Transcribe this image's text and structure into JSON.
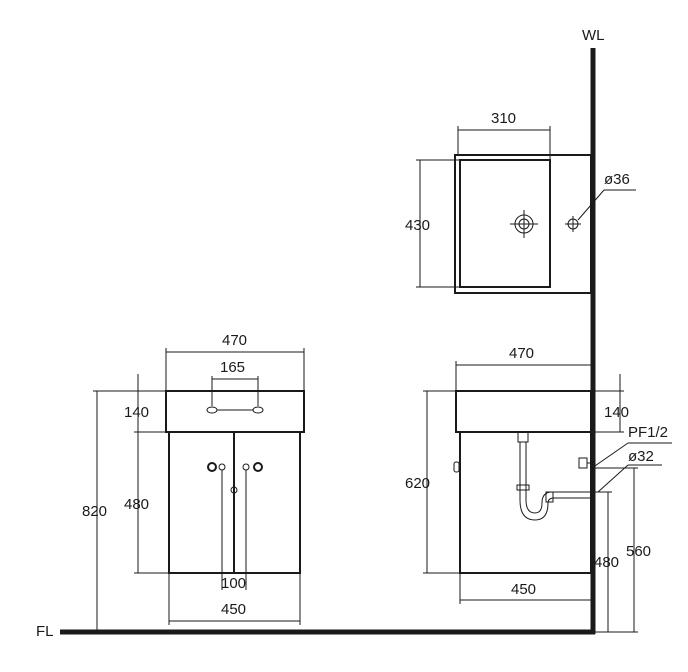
{
  "labels": {
    "wall_line": "WL",
    "floor_line": "FL"
  },
  "top_view": {
    "basin_width": "310",
    "basin_depth": "430",
    "tap_hole_diameter": "ø36"
  },
  "front_view": {
    "overall_width": "470",
    "tap_centers": "165",
    "basin_height": "140",
    "cabinet_height": "480",
    "total_height": "820",
    "waste_centers": "100",
    "cabinet_width": "450"
  },
  "side_view": {
    "overall_depth": "470",
    "basin_height": "140",
    "supply_connection": "PF1/2",
    "waste_diameter": "ø32",
    "cabinet_height": "620",
    "cabinet_depth": "450",
    "waste_outlet_height": "480",
    "supply_height": "560"
  },
  "colors": {
    "line": "#1a1a1a",
    "background": "#ffffff"
  }
}
